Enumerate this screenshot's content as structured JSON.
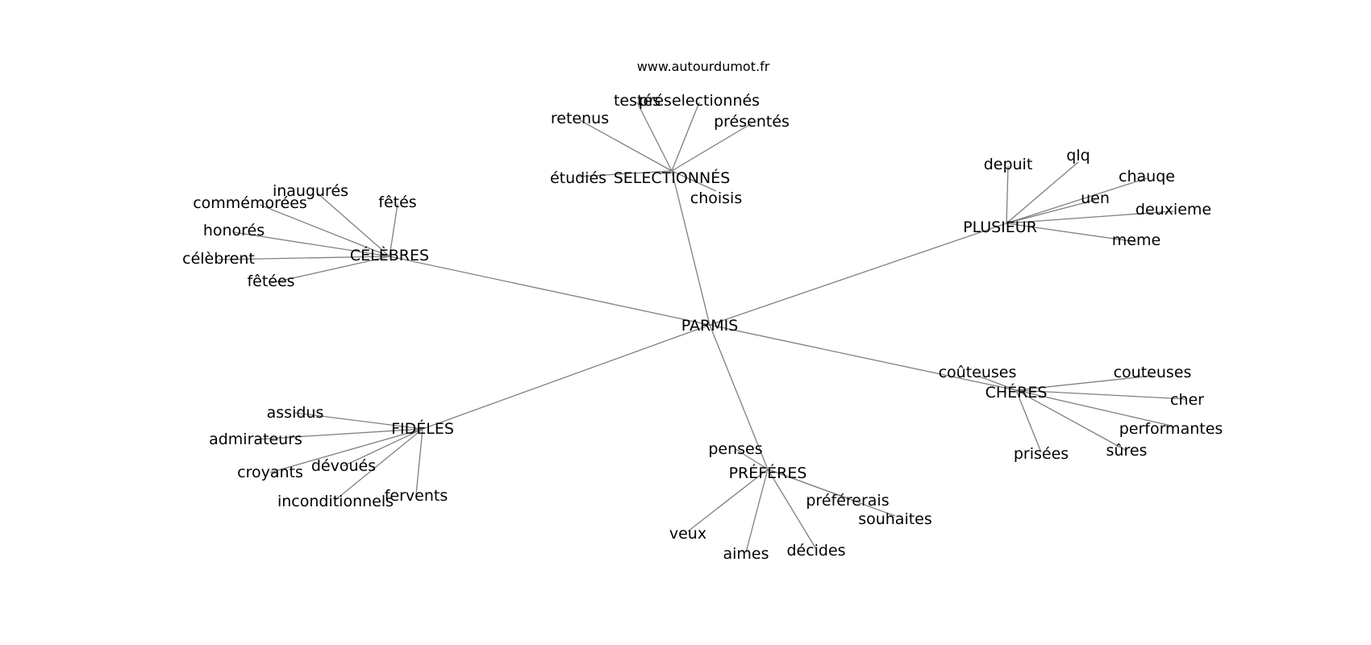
{
  "source": "www.autourdumot.fr",
  "center": "PARMIS",
  "clusters": [
    {
      "hub": "SELECTIONNÉS",
      "leaves": [
        "testés",
        "préselectionnés",
        "retenus",
        "présentés",
        "étudiés",
        "choisis"
      ]
    },
    {
      "hub": "CÉLÈBRES",
      "leaves": [
        "inaugurés",
        "commémorées",
        "fêtés",
        "honorés",
        "célèbrent",
        "fêtées"
      ]
    },
    {
      "hub": "PLUSIEUR",
      "leaves": [
        "depuit",
        "qlq",
        "chauqe",
        "uen",
        "deuxieme",
        "meme"
      ]
    },
    {
      "hub": "CHÉRES",
      "leaves": [
        "coûteuses",
        "couteuses",
        "cher",
        "performantes",
        "prisées",
        "sûres"
      ]
    },
    {
      "hub": "FIDÉLES",
      "leaves": [
        "assidus",
        "admirateurs",
        "dévoués",
        "croyants",
        "inconditionnels",
        "fervents"
      ]
    },
    {
      "hub": "PRÉFÉRES",
      "leaves": [
        "penses",
        "préférerais",
        "souhaites",
        "veux",
        "aimes",
        "décides"
      ]
    }
  ],
  "colors": {
    "edge": "#808080",
    "text": "#000000",
    "background": "#ffffff"
  }
}
